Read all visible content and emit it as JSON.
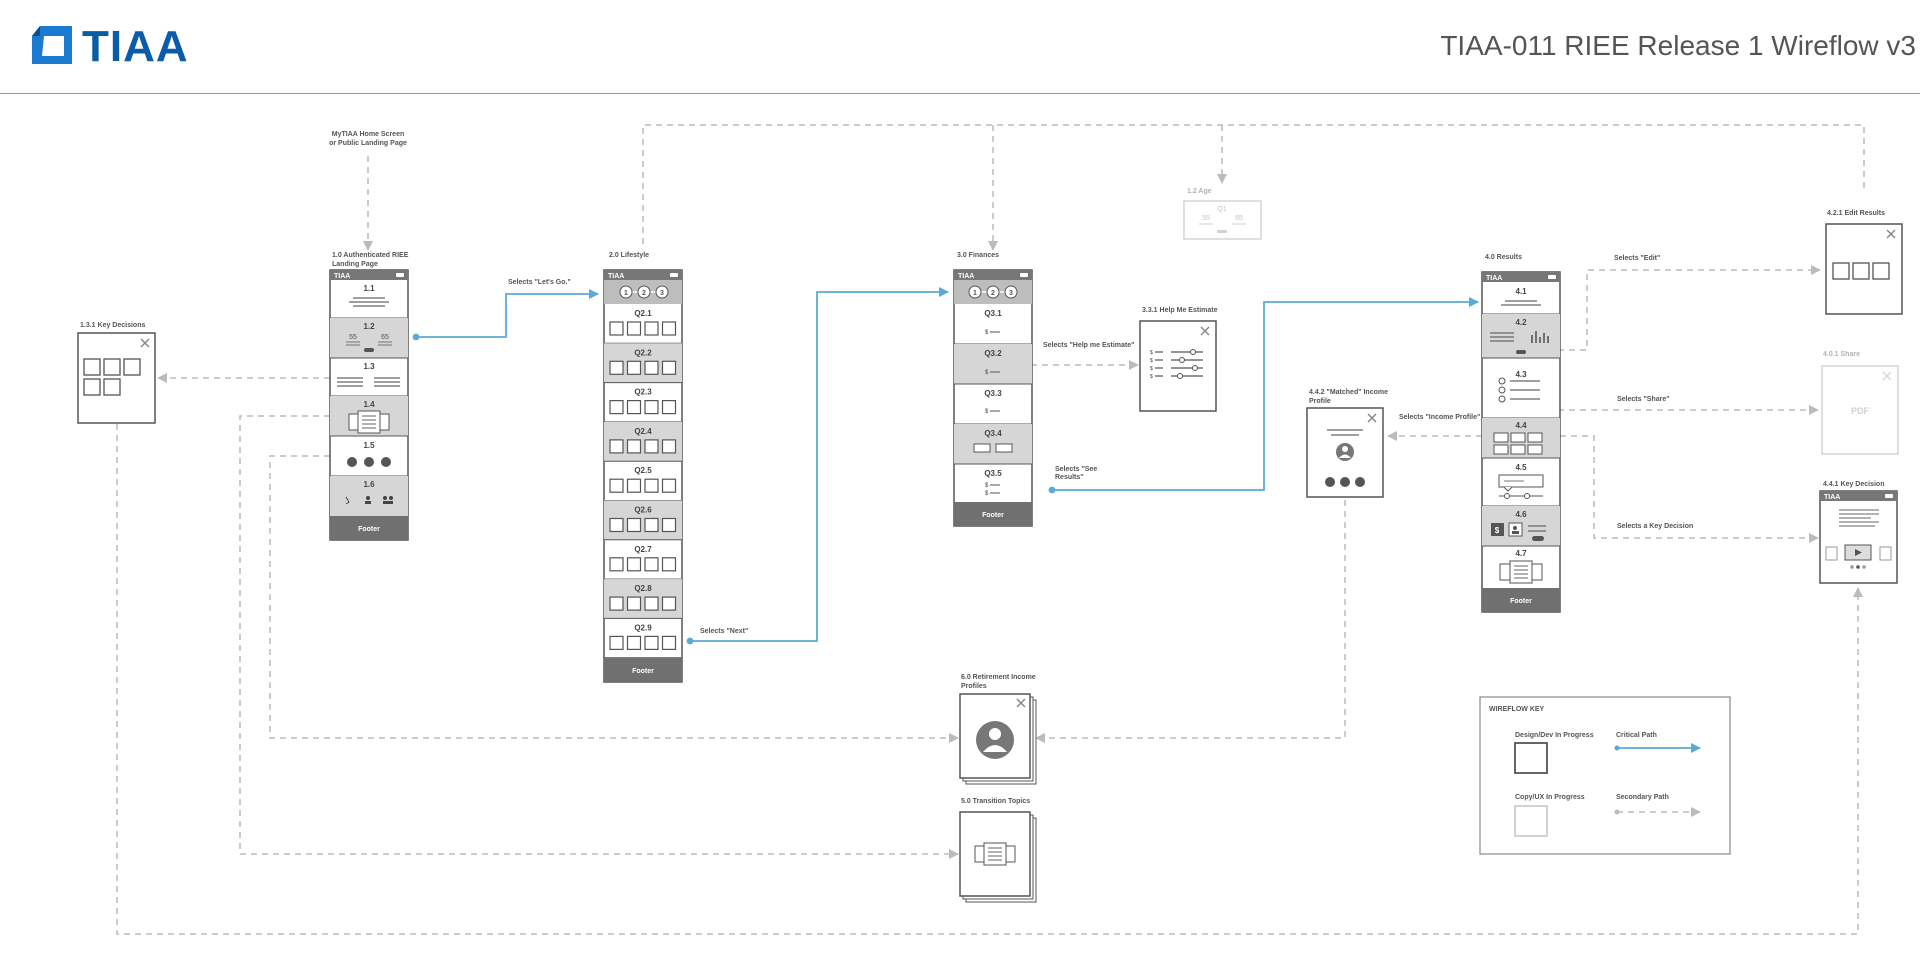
{
  "header": {
    "logo_text": "TIAA",
    "title": "TIAA-011 RIEE Release 1 Wireflow v3"
  },
  "brand_colors": {
    "logo_blue": "#0a5ca8",
    "critical_path": "#5aaad8",
    "secondary_path": "#bbbbbb"
  },
  "screens": {
    "entry": {
      "label_1": "MyTIAA Home Screen",
      "label_2": "or Public Landing Page"
    },
    "landing": {
      "label_1": "1.0 Authenticated RIEE",
      "label_2": "Landing Page",
      "brand": "TIAA",
      "sections": [
        "1.1",
        "1.2",
        "1.3",
        "1.4",
        "1.5",
        "1.6"
      ],
      "ages": [
        "55",
        "65"
      ],
      "footer": "Footer"
    },
    "key_decisions": {
      "label": "1.3.1 Key Decisions"
    },
    "lifestyle": {
      "label": "2.0 Lifestyle",
      "brand": "TIAA",
      "steps": [
        "1",
        "2",
        "3"
      ],
      "questions": [
        "Q2.1",
        "Q2.2",
        "Q2.3",
        "Q2.4",
        "Q2.5",
        "Q2.6",
        "Q2.7",
        "Q2.8",
        "Q2.9"
      ],
      "footer": "Footer"
    },
    "age": {
      "label": "1.2  Age",
      "q": "Q1",
      "ages": [
        "55",
        "65"
      ]
    },
    "finances": {
      "label": "3.0 Finances",
      "brand": "TIAA",
      "steps": [
        "1",
        "2",
        "3"
      ],
      "questions": [
        "Q3.1",
        "Q3.2",
        "Q3.3",
        "Q3.4",
        "Q3.5"
      ],
      "currency": "$",
      "footer": "Footer"
    },
    "help_estimate": {
      "label": "3.3.1 Help Me Estimate",
      "currency": "$"
    },
    "matched_profile": {
      "label_1": "4.4.2 \"Matched\" Income",
      "label_2": "Profile"
    },
    "results": {
      "label": "4.0 Results",
      "brand": "TIAA",
      "sections": [
        "4.1",
        "4.2",
        "4.3",
        "4.4",
        "4.5",
        "4.6",
        "4.7"
      ],
      "currency": "$",
      "footer": "Footer"
    },
    "edit_results": {
      "label": "4.2.1 Edit Results"
    },
    "share": {
      "label": "4.0.1 Share",
      "pdf": "PDF"
    },
    "key_decision": {
      "label": "4.4.1 Key Decision",
      "brand": "TIAA"
    },
    "retirement_profiles": {
      "label_1": "6.0 Retirement Income",
      "label_2": "Profiles"
    },
    "transition_topics": {
      "label": "5.0 Transition Topics"
    }
  },
  "transitions": {
    "lets_go": "Selects \"Let's Go.\"",
    "next": "Selects \"Next\"",
    "help_me_estimate": "Selects \"Help me Estimate\"",
    "see_results_1": "Selects \"See",
    "see_results_2": "Results\"",
    "edit": "Selects \"Edit\"",
    "share": "Selects \"Share\"",
    "income_profile": "Selects \"Income Profile\"",
    "key_decision": "Selects a Key Decision"
  },
  "key": {
    "title": "WIREFLOW KEY",
    "design_in_progress": "Design/Dev In Progress",
    "copy_in_progress": "Copy/UX In Progress",
    "critical_path": "Critical Path",
    "secondary_path": "Secondary Path"
  }
}
